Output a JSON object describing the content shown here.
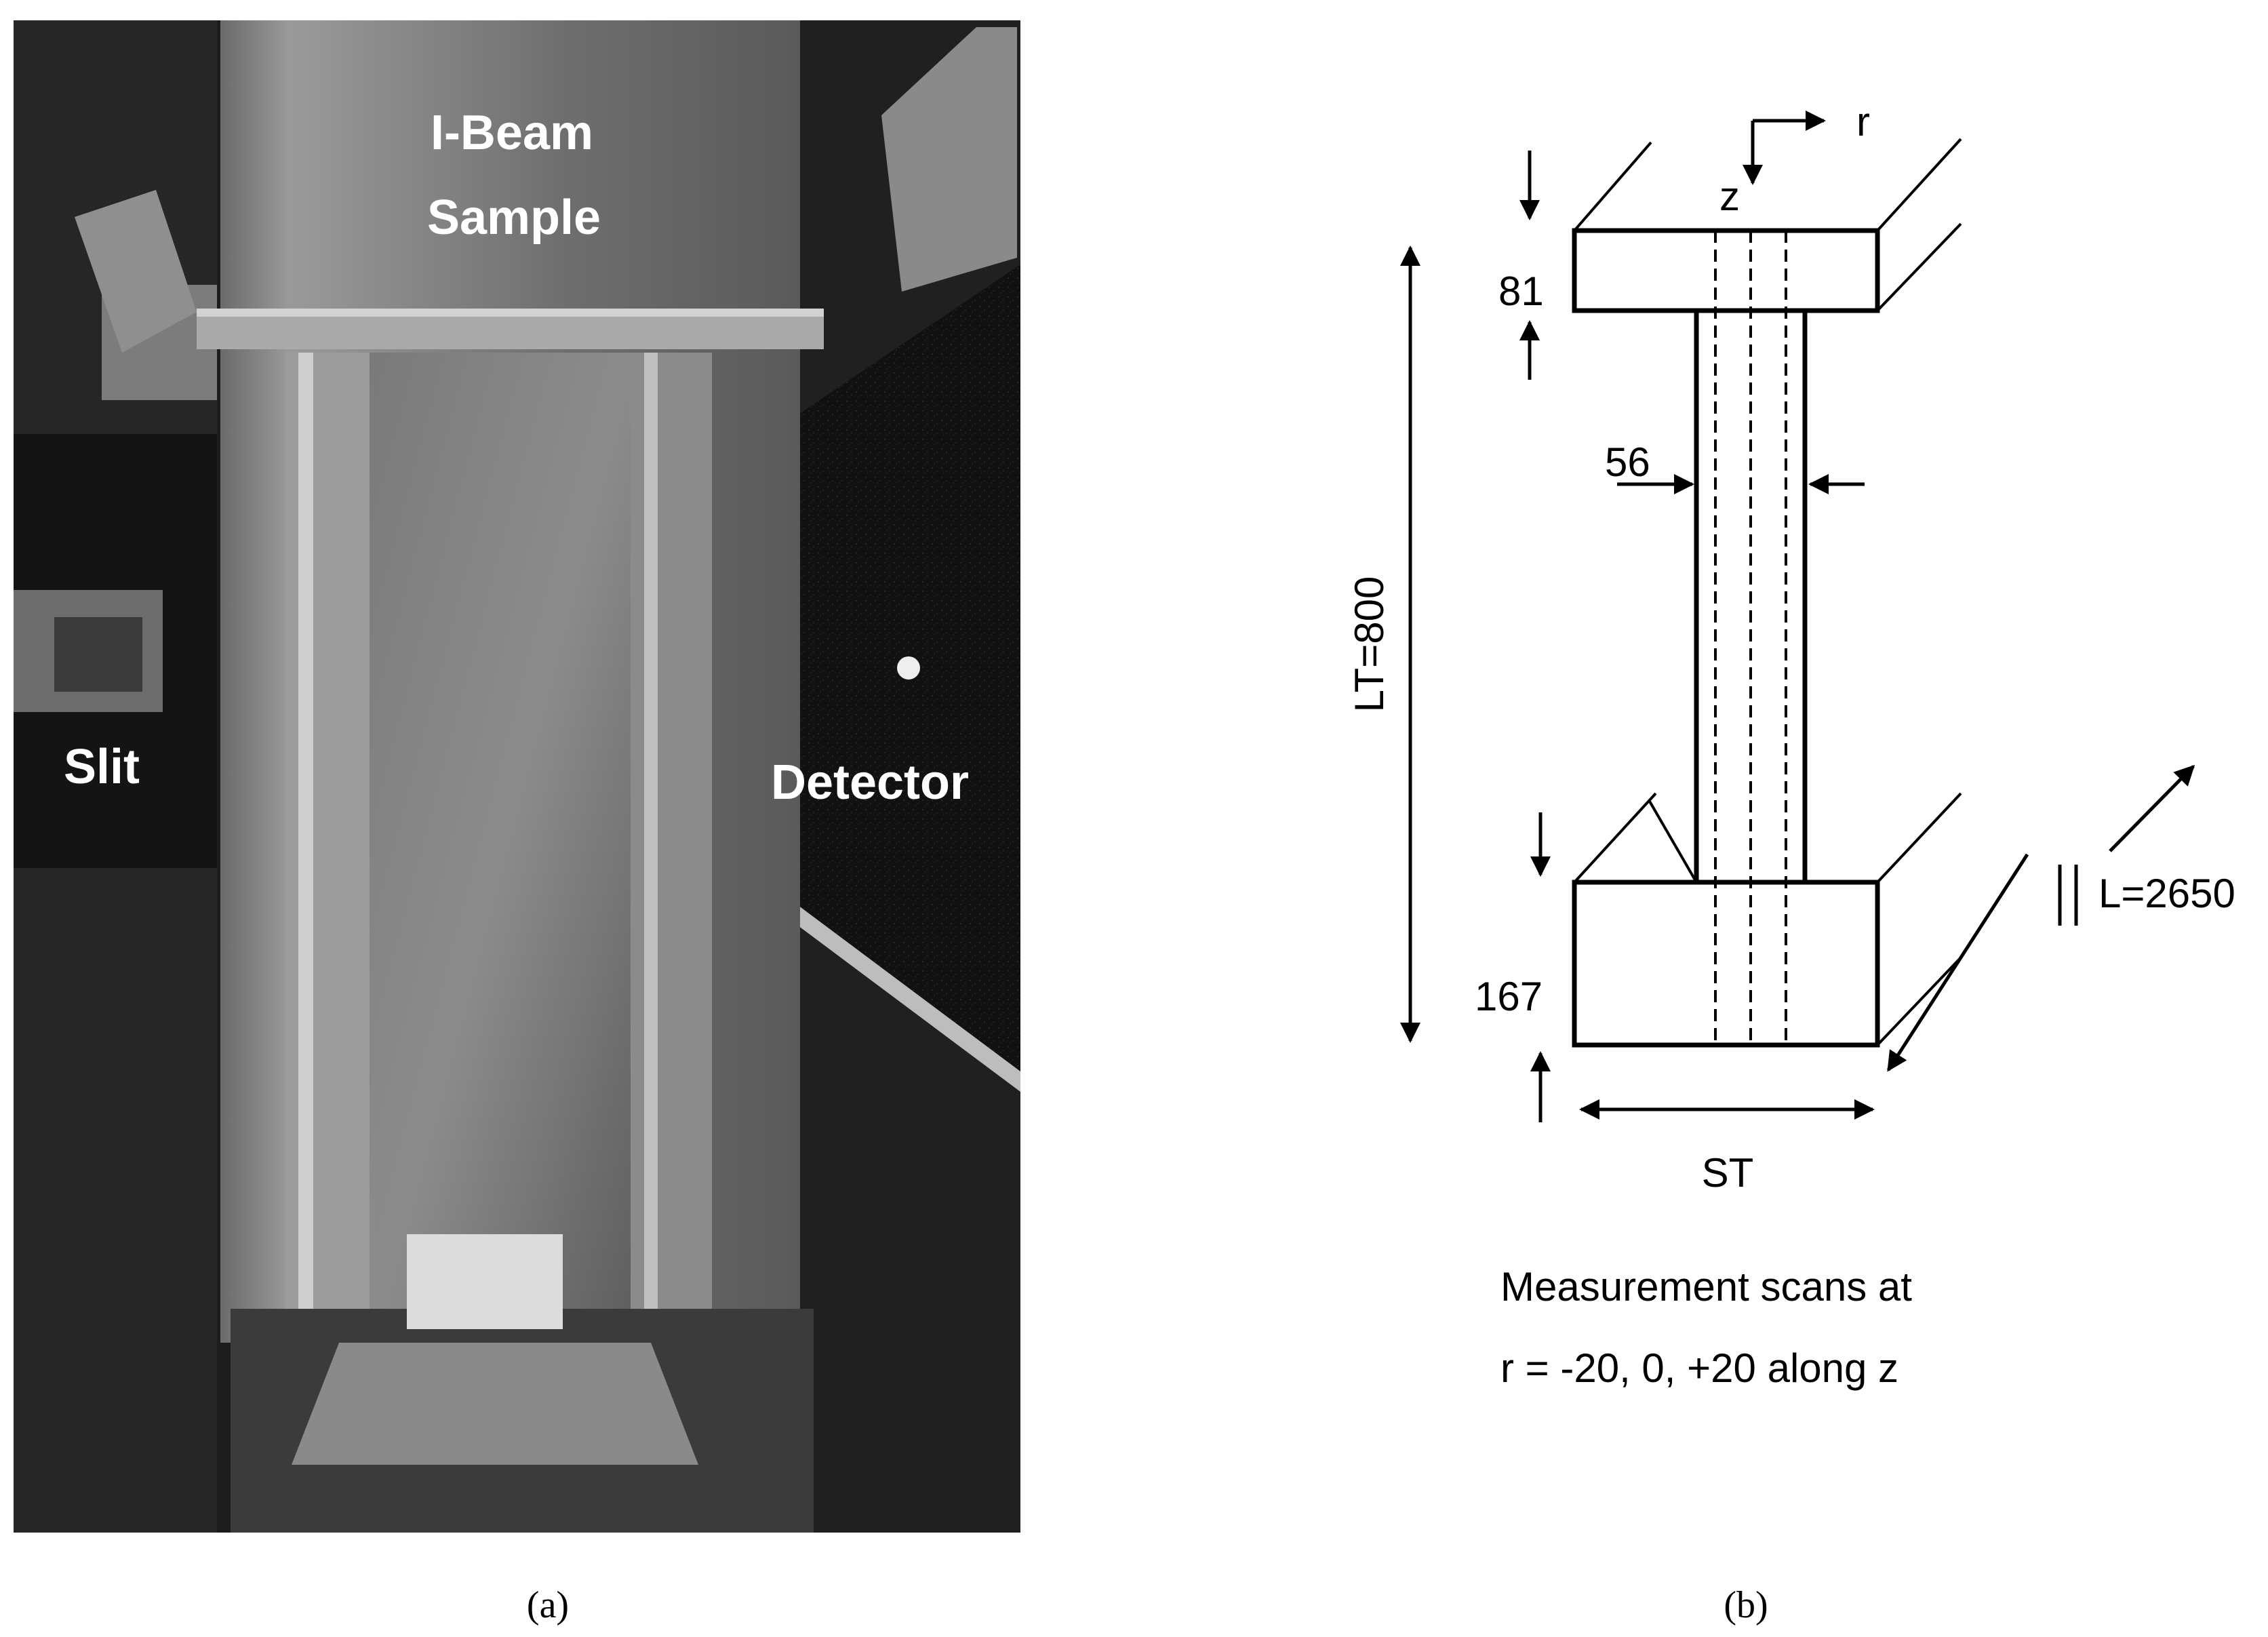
{
  "figure": {
    "photo": {
      "caption": "(a)",
      "labels": {
        "sample_line1": "I-Beam",
        "sample_line2": "Sample",
        "slit": "Slit",
        "detector": "Detector"
      }
    },
    "schematic": {
      "caption": "(b)",
      "axes": {
        "r": "r",
        "z": "z"
      },
      "dimensions": {
        "top_flange": "81",
        "web": "56",
        "height": "LT=800",
        "bottom_flange": "167",
        "width": "ST",
        "length": "L=2650"
      },
      "note_line1": "Measurement scans at",
      "note_line2": "r = -20, 0, +20 along z"
    }
  }
}
